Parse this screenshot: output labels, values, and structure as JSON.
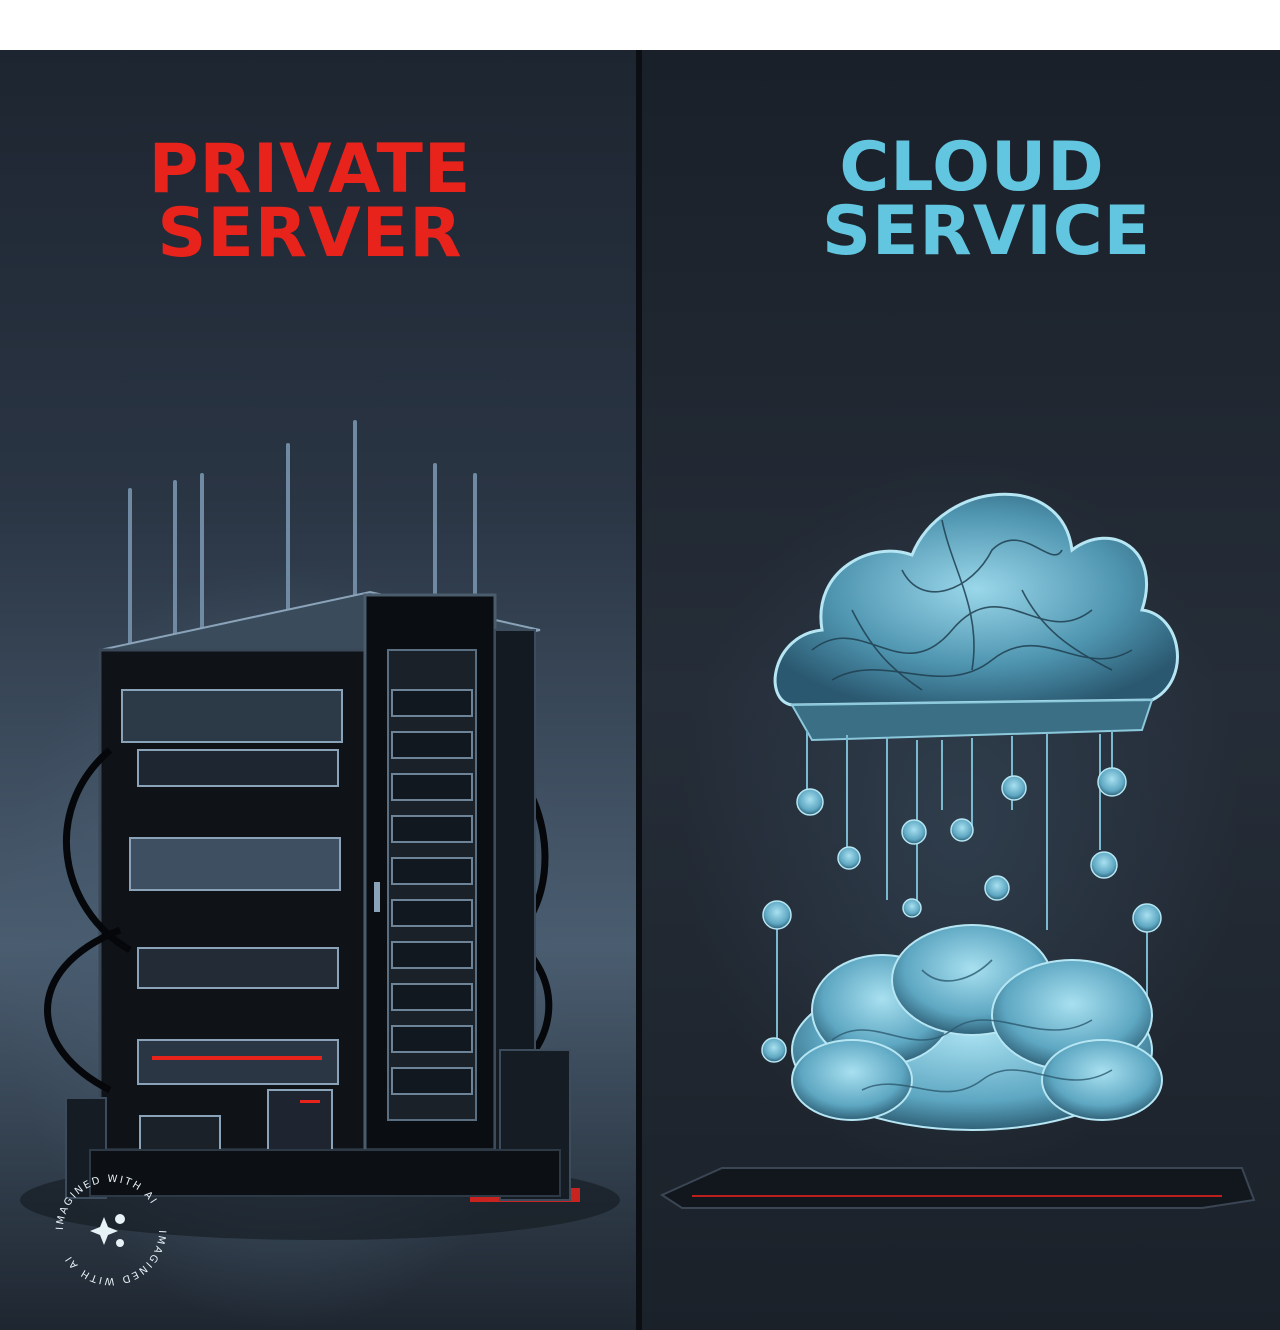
{
  "left_panel": {
    "title_line1": "PRIVATE",
    "title_line2": "SERVER",
    "title_color": "#e8231c",
    "illustration": "server-rack-icon"
  },
  "right_panel": {
    "title_line1": "CLOUD",
    "title_line2": "SERVICE",
    "title_color": "#63c6e0",
    "illustration": "cloud-network-icon"
  },
  "watermark": {
    "text": "IMAGINED WITH AI",
    "icon": "sparkle-icon"
  },
  "colors": {
    "accent_red": "#e8231c",
    "accent_cyan": "#63c6e0",
    "background_dark": "#1d2530"
  }
}
